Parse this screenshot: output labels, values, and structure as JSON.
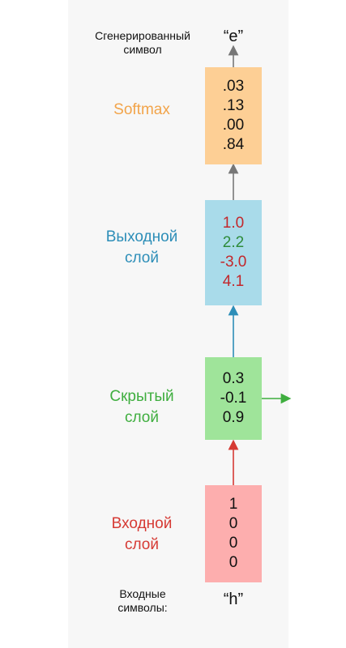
{
  "output_caption": {
    "line1": "Сгенерированный",
    "line2": "символ"
  },
  "output_char": "“e”",
  "input_caption": {
    "line1": "Входные",
    "line2": "символы:"
  },
  "input_char": "“h”",
  "softmax": {
    "label": "Softmax",
    "color": "#f2a44a",
    "box_color": "#fdcf95",
    "values": [
      ".03",
      ".13",
      ".00",
      ".84"
    ],
    "value_colors": [
      "#111111",
      "#111111",
      "#111111",
      "#111111"
    ]
  },
  "output_layer": {
    "label_line1": "Выходной",
    "label_line2": "слой",
    "color": "#2d8eb8",
    "box_color": "#a9dbea",
    "values": [
      "1.0",
      "2.2",
      "-3.0",
      "4.1"
    ],
    "value_colors": [
      "#c3272b",
      "#2e8b3a",
      "#c3272b",
      "#c3272b"
    ]
  },
  "hidden_layer": {
    "label_line1": "Скрытый",
    "label_line2": "слой",
    "color": "#3fae3f",
    "box_color": "#9fe49a",
    "values": [
      "0.3",
      "-0.1",
      "0.9"
    ],
    "value_colors": [
      "#111111",
      "#111111",
      "#111111"
    ]
  },
  "input_layer": {
    "label_line1": "Входной",
    "label_line2": "слой",
    "color": "#d63a34",
    "box_color": "#fdaeae",
    "values": [
      "1",
      "0",
      "0",
      "0"
    ],
    "value_colors": [
      "#111111",
      "#111111",
      "#111111",
      "#111111"
    ]
  },
  "arrow_colors": {
    "input_to_hidden": "#d63a34",
    "hidden_to_output": "#2d8eb8",
    "output_to_softmax": "#777777",
    "softmax_to_char": "#777777",
    "hidden_recurrent": "#3fae3f"
  }
}
